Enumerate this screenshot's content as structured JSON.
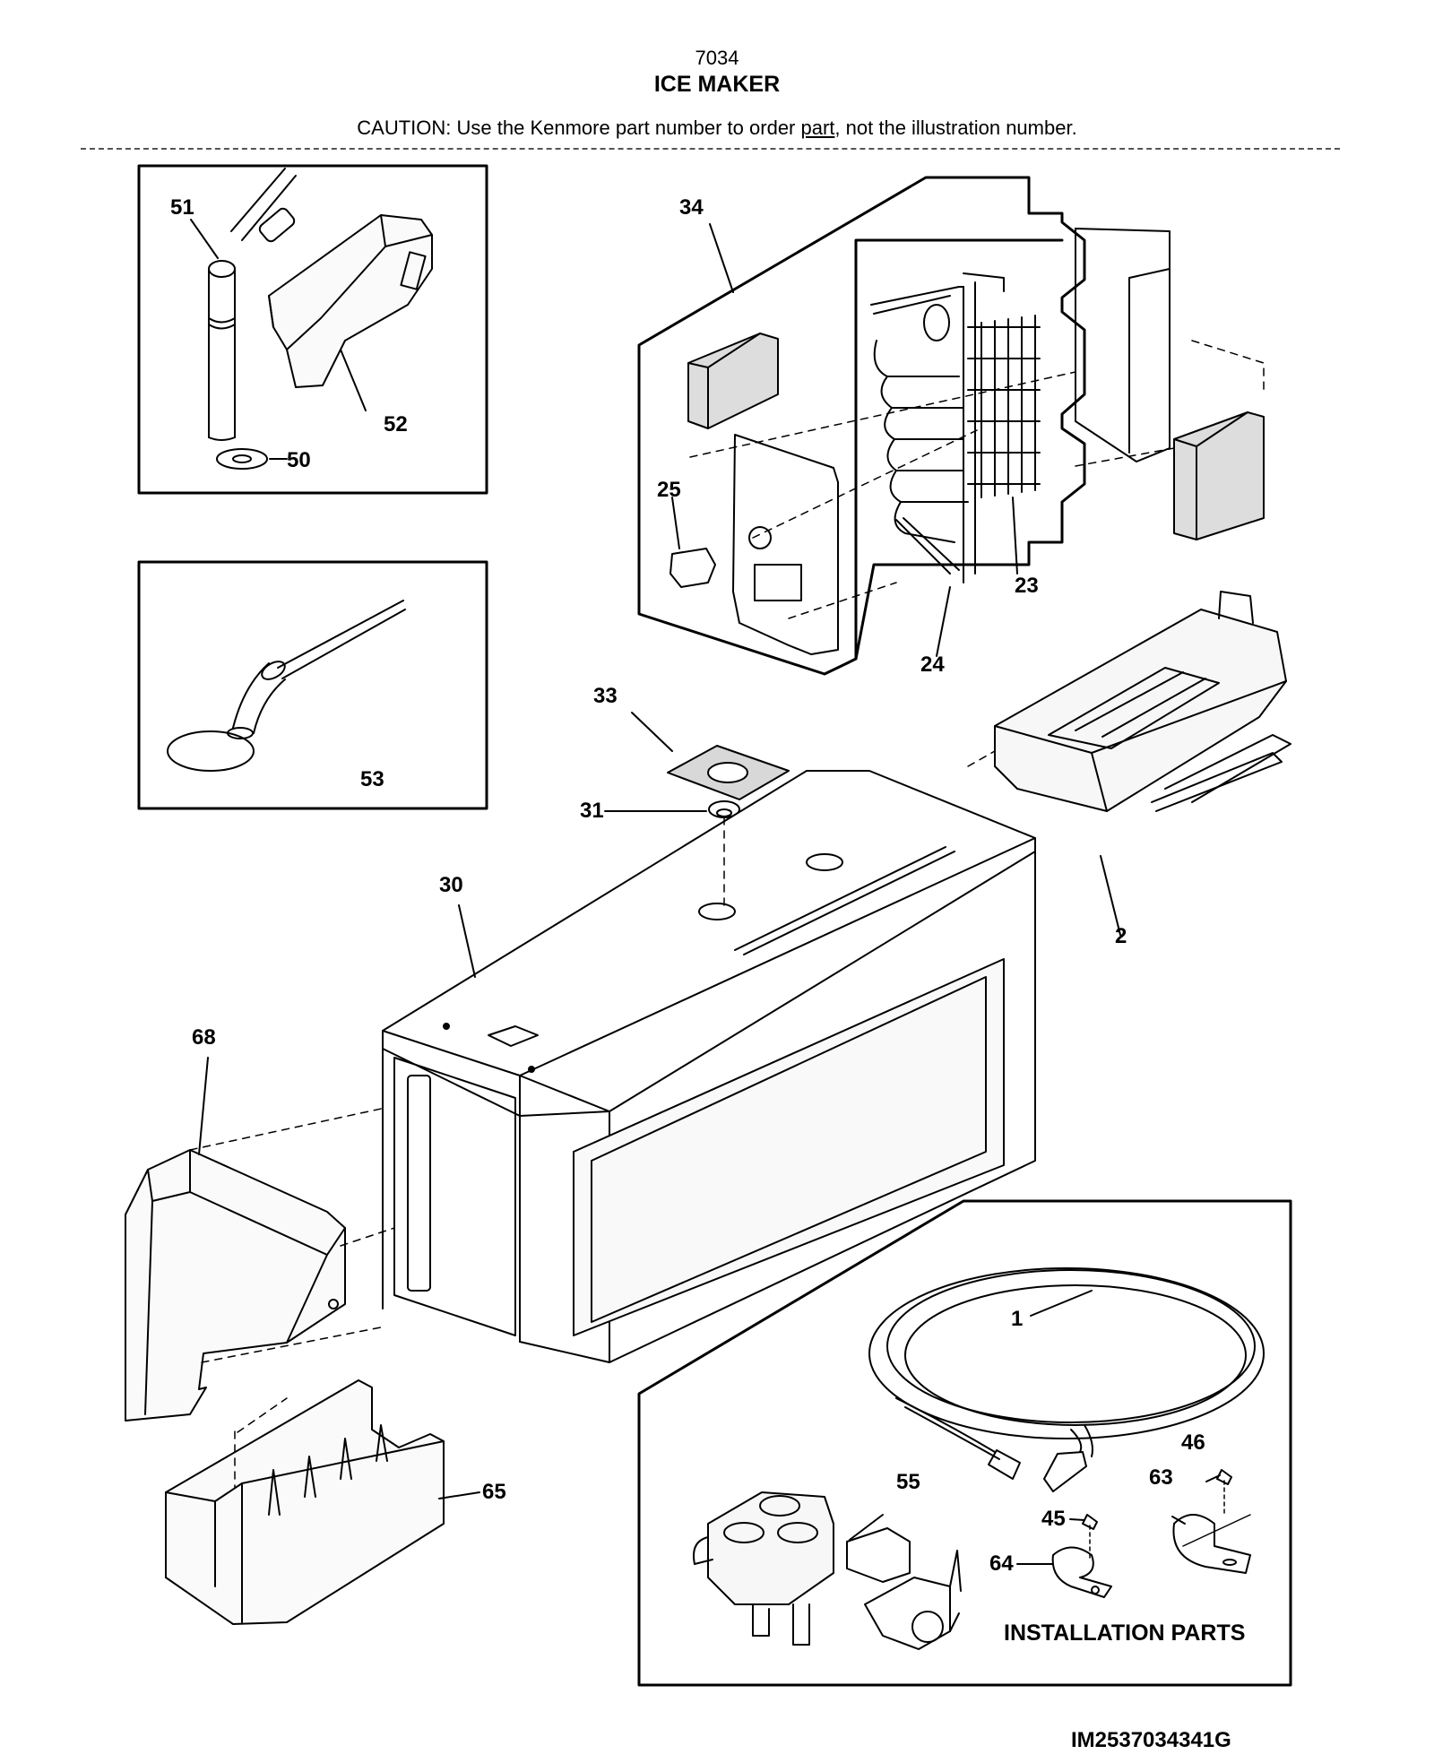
{
  "header": {
    "section_code": "7034",
    "title": "ICE MAKER",
    "caution_before": "CAUTION: Use the Kenmore part number to order ",
    "caution_link": "part",
    "caution_after": ", not the illustration number."
  },
  "callouts": {
    "c1": "1",
    "c2": "2",
    "c23": "23",
    "c24": "24",
    "c25": "25",
    "c30": "30",
    "c31": "31",
    "c33": "33",
    "c34": "34",
    "c45": "45",
    "c46": "46",
    "c50": "50",
    "c51": "51",
    "c52": "52",
    "c53": "53",
    "c55": "55",
    "c63": "63",
    "c64": "64",
    "c65": "65",
    "c68": "68"
  },
  "installation_label": "INSTALLATION PARTS",
  "image_code": "IM2537034341G"
}
